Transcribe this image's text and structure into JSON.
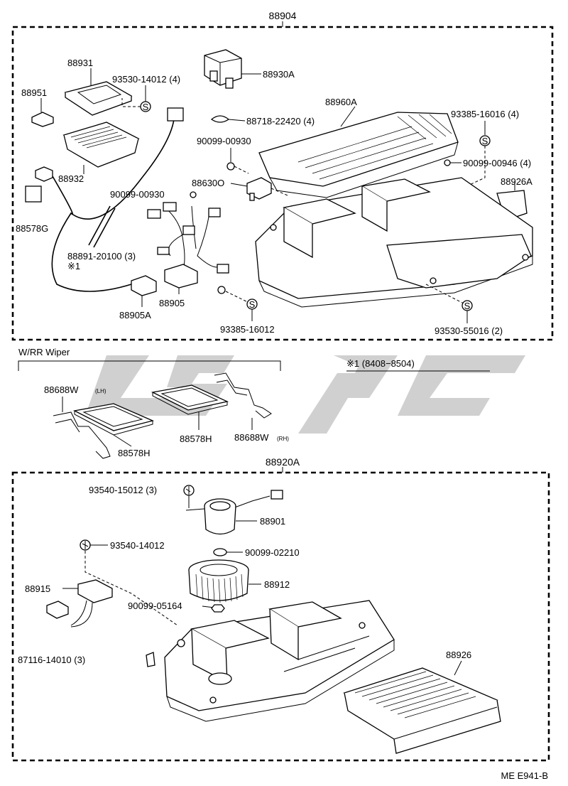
{
  "groups": {
    "top_assembly": "88904",
    "bottom_assembly": "88920A",
    "wiper_title": "W/RR Wiper",
    "note_title": "※1  (8408−8504)"
  },
  "top_labels": {
    "p88931": "88931",
    "p93530_14012": "93530-14012 (4)",
    "p88951": "88951",
    "p88930A": "88930A",
    "p88960A": "88960A",
    "p93385_16016": "93385-16016 (4)",
    "p88718": "88718-22420 (4)",
    "p90099_00930a": "90099-00930",
    "p90099_00946": "90099-00946 (4)",
    "p88932": "88932",
    "p88630": "88630O",
    "p88926A": "88926A",
    "p90099_00930b": "90099-00930",
    "p88578G": "88578G",
    "p88891": "88891-20100 (3)",
    "p88891_note": "※1",
    "p88905": "88905",
    "p88905A": "88905A",
    "p93385_16012": "93385-16012",
    "p93530_55016": "93530-55016 (2)",
    "s_mark": "S"
  },
  "wiper_labels": {
    "p88688W_lh": "88688W",
    "p88688W_lh_sub": "(LH)",
    "p88578H_a": "88578H",
    "p88578H_b": "88578H",
    "p88688W_rh": "88688W",
    "p88688W_rh_sub": "(RH)"
  },
  "bottom_labels": {
    "p93540_15012": "93540-15012 (3)",
    "p88901": "88901",
    "p93540_14012": "93540-14012",
    "p90099_02210": "90099-02210",
    "p88915": "88915",
    "p88912": "88912",
    "p90099_05164": "90099-05164",
    "p87116": "87116-14010 (3)",
    "p88926": "88926"
  },
  "footer": {
    "code": "ME E941-B"
  },
  "colors": {
    "ink": "#000000",
    "paper": "#ffffff",
    "watermark": "#c8c8c8"
  }
}
